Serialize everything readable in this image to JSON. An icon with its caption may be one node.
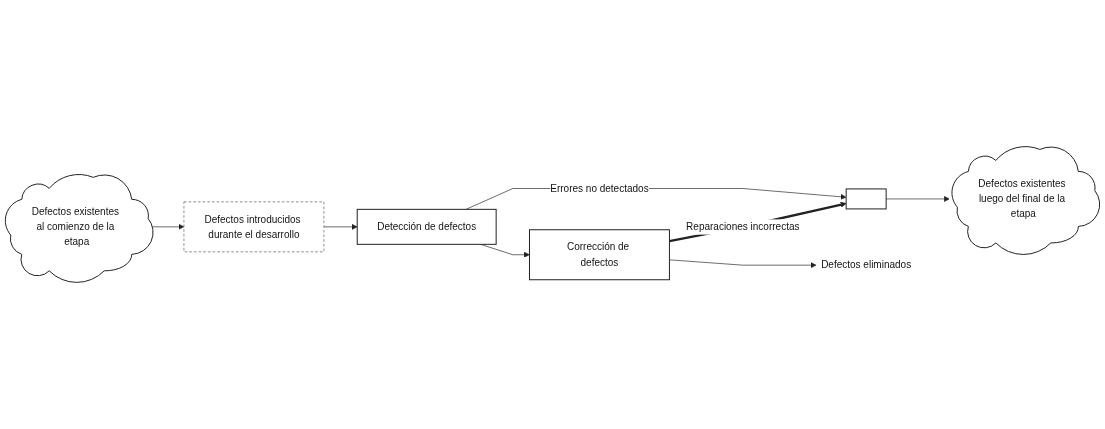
{
  "diagram": {
    "nodes": [
      {
        "text": [
          "Defectos existentes al comienzo de la etapa"
        ]
      },
      {
        "text": [
          "Defectos introducidos durante el desarrollo"
        ]
      },
      {
        "text": [
          "Detección de defectos"
        ]
      },
      {
        "text": [
          "Corrección de defectos"
        ]
      },
      {
        "text": [],
        "shape": "box"
      },
      {
        "text": [
          "Defectos existentes luego del final de la etapa"
        ]
      },
      {
        "text": [
          "Defectos eliminados"
        ]
      }
    ],
    "edges": [
      {
        "from": 0,
        "to": 1,
        "arrow": "to"
      },
      {
        "from": 1,
        "to": 2,
        "arrow": "to"
      },
      {
        "from": 2,
        "to": 4,
        "arrow": "to",
        "label": "Errores no detectados"
      },
      {
        "from": 2,
        "to": 3,
        "arrow": "to"
      },
      {
        "from": 3,
        "to": 4,
        "arrow": "to",
        "label": "Reparaciones incorrectas",
        "style": "thick"
      },
      {
        "from": 4,
        "to": 5,
        "arrow": "to"
      },
      {
        "from": 3,
        "to": 6,
        "arrow": "to"
      }
    ]
  }
}
